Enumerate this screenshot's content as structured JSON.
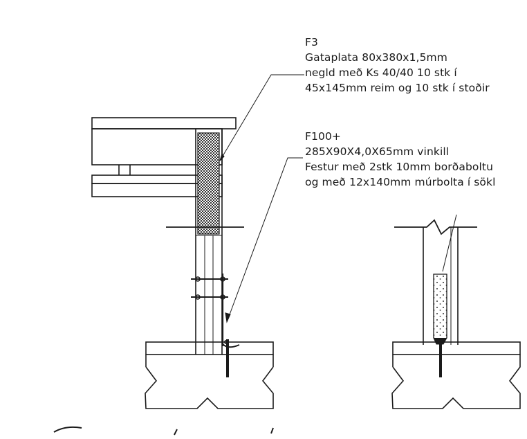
{
  "annotations": {
    "f3": {
      "code": "F3",
      "line1": "Gataplata 80x380x1,5mm",
      "line2": "negld með Ks 40/40 10 stk í",
      "line3": "45x145mm reim og 10 stk í stoðir"
    },
    "f100": {
      "code": "F100+",
      "line1": "285X90X4,0X65mm vinkill",
      "line2": "Festur með 2stk 10mm borðaboltu",
      "line3": "og með 12x140mm múrbolta í sökl"
    }
  },
  "colors": {
    "ink": "#1a1a1a",
    "paper": "#ffffff"
  }
}
